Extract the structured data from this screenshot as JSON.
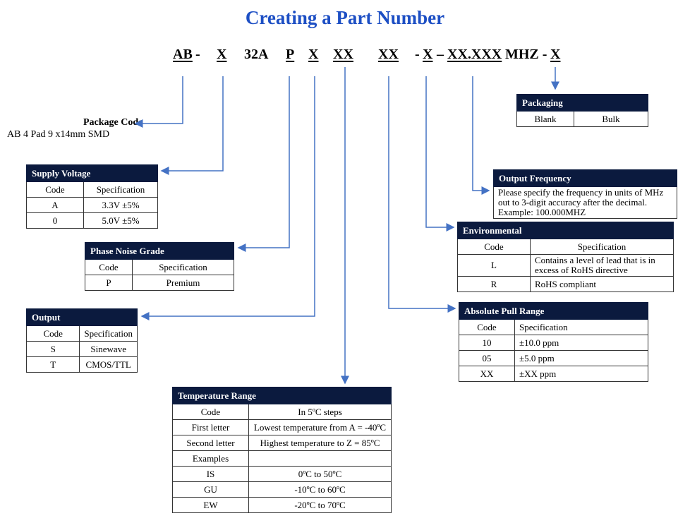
{
  "title": "Creating a Part Number",
  "part_number_tokens": [
    "AB",
    "-",
    "X",
    "32A",
    "P",
    "X",
    "XX",
    "XX",
    "-",
    "X",
    "–",
    "XX.XXX",
    "MHZ -",
    "X"
  ],
  "package_code": {
    "label": "Package Code",
    "value": "AB 4 Pad 9 x14mm SMD"
  },
  "arrow_color": "#4472c4",
  "header_color": "#0b1a3e",
  "tables": {
    "packaging": {
      "title": "Packaging",
      "rows": [
        [
          "Blank",
          "Bulk"
        ]
      ]
    },
    "supply": {
      "title": "Supply Voltage",
      "rows": [
        [
          "Code",
          "Specification"
        ],
        [
          "A",
          "3.3V ±5%"
        ],
        [
          "0",
          "5.0V ±5%"
        ]
      ]
    },
    "phase": {
      "title": "Phase Noise Grade",
      "rows": [
        [
          "Code",
          "Specification"
        ],
        [
          "P",
          "Premium"
        ]
      ]
    },
    "output": {
      "title": "Output",
      "rows": [
        [
          "Code",
          "Specification"
        ],
        [
          "S",
          "Sinewave"
        ],
        [
          "T",
          "CMOS/TTL"
        ]
      ]
    },
    "frequency": {
      "title": "Output Frequency",
      "rows": [
        [
          "Please specify the frequency in units of MHz out to 3-digit accuracy after the decimal. Example: 100.000MHZ"
        ]
      ]
    },
    "environmental": {
      "title": "Environmental",
      "rows": [
        [
          "Code",
          "Specification"
        ],
        [
          "L",
          "Contains a level of lead that is in excess of RoHS directive"
        ],
        [
          "R",
          "RoHS compliant"
        ]
      ]
    },
    "pull": {
      "title": "Absolute Pull Range",
      "rows": [
        [
          "Code",
          "Specification"
        ],
        [
          "10",
          "±10.0 ppm"
        ],
        [
          "05",
          "±5.0 ppm"
        ],
        [
          "XX",
          "±XX ppm"
        ]
      ]
    },
    "temperature": {
      "title": "Temperature Range",
      "rows": [
        [
          "Code",
          "In 5ºC steps"
        ],
        [
          "First letter",
          "Lowest temperature from A = -40ºC"
        ],
        [
          "Second  letter",
          "Highest temperature to Z = 85ºC"
        ],
        [
          "Examples",
          ""
        ],
        [
          "IS",
          "0ºC to 50ºC"
        ],
        [
          "GU",
          "-10ºC to 60ºC"
        ],
        [
          "EW",
          "-20ºC to 70ºC"
        ]
      ]
    }
  }
}
